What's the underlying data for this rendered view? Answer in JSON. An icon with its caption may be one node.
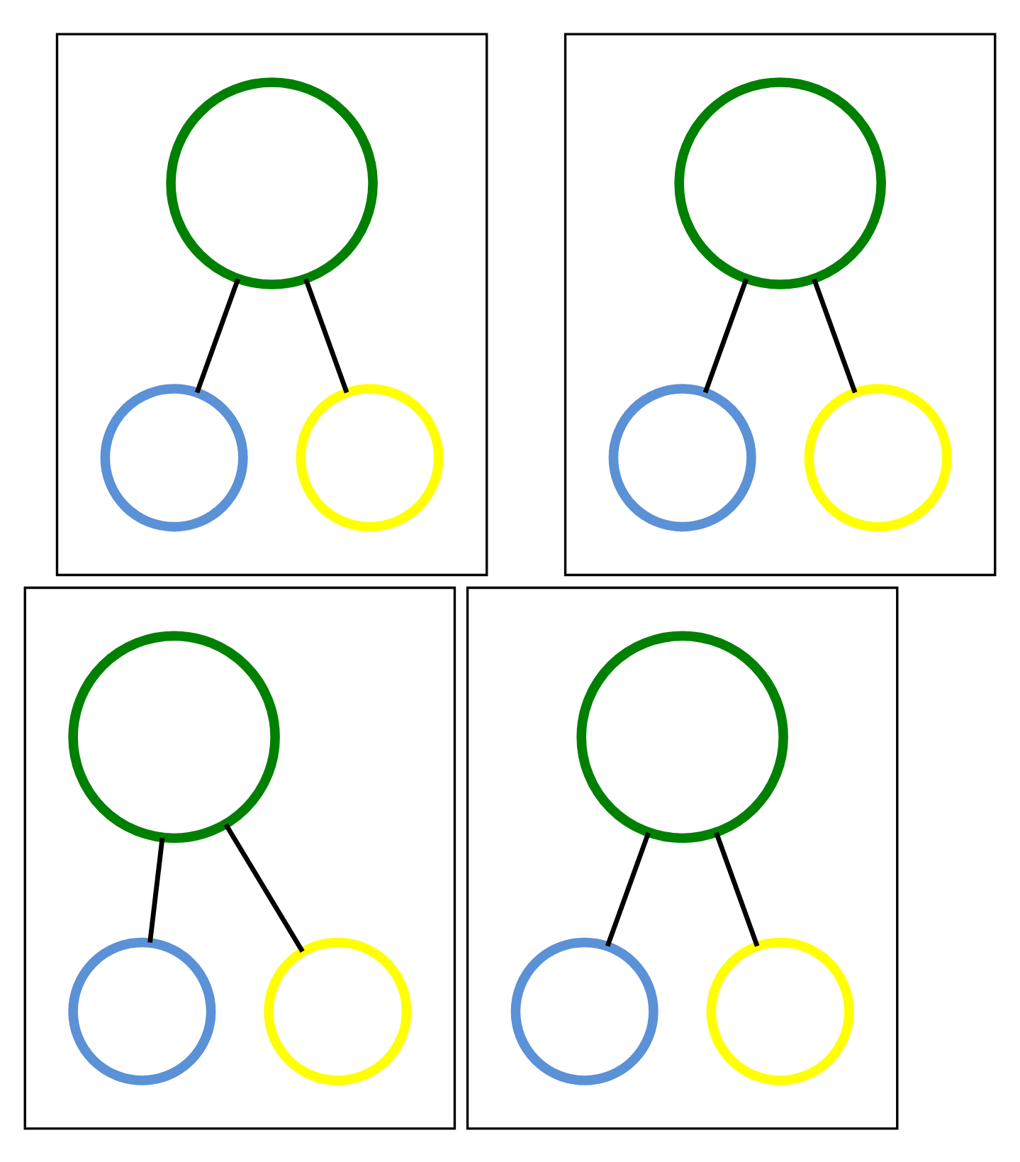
{
  "diagram": {
    "nodes": [
      {
        "text": [],
        "shape": "box"
      },
      {
        "text": [],
        "shape": "circle",
        "in": 0
      },
      {
        "text": [],
        "shape": "circle",
        "in": 0
      },
      {
        "text": [],
        "shape": "circle",
        "in": 0
      },
      {
        "text": [],
        "shape": "box"
      },
      {
        "text": [],
        "shape": "circle",
        "in": 4
      },
      {
        "text": [],
        "shape": "circle",
        "in": 4
      },
      {
        "text": [],
        "shape": "circle",
        "in": 4
      },
      {
        "text": [],
        "shape": "box"
      },
      {
        "text": [],
        "shape": "circle",
        "in": 8
      },
      {
        "text": [],
        "shape": "circle",
        "in": 8
      },
      {
        "text": [],
        "shape": "circle",
        "in": 8
      },
      {
        "text": [],
        "shape": "box"
      },
      {
        "text": [],
        "shape": "circle",
        "in": 12
      },
      {
        "text": [],
        "shape": "circle",
        "in": 12
      },
      {
        "text": [],
        "shape": "circle",
        "in": 12
      }
    ],
    "edges": [
      {
        "from": 1,
        "to": 2,
        "arrow": "none"
      },
      {
        "from": 1,
        "to": 3,
        "arrow": "none"
      },
      {
        "from": 5,
        "to": 6,
        "arrow": "none"
      },
      {
        "from": 5,
        "to": 7,
        "arrow": "none"
      },
      {
        "from": 9,
        "to": 10,
        "arrow": "none"
      },
      {
        "from": 9,
        "to": 11,
        "arrow": "none"
      },
      {
        "from": 13,
        "to": 14,
        "arrow": "none"
      },
      {
        "from": 13,
        "to": 15,
        "arrow": "none"
      }
    ]
  }
}
